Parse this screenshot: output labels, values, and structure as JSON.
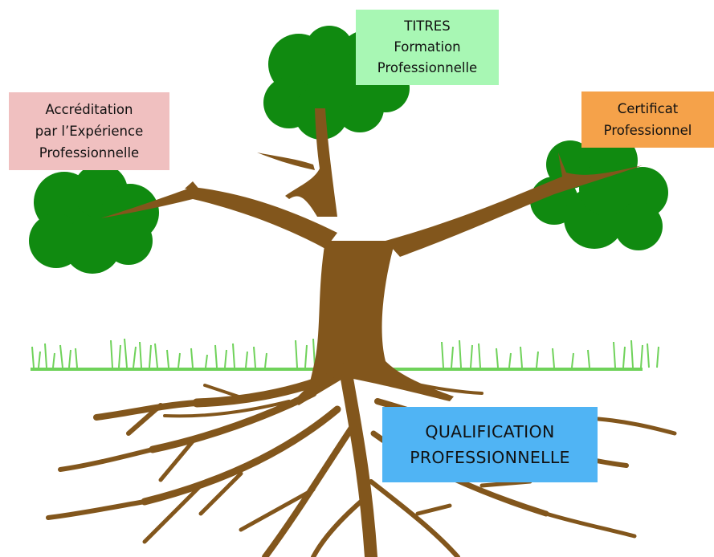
{
  "colors": {
    "foliage": "#108a10",
    "trunk": "#82561c",
    "grass": "#6fd25a",
    "titres_box": "#a8f7b4",
    "accreditation_box": "#f0c0c0",
    "certificat_box": "#f5a24a",
    "qualification_box": "#50b4f4"
  },
  "boxes": {
    "titres": {
      "line1": "TITRES",
      "line2": "Formation",
      "line3": "Professionnelle"
    },
    "accreditation": {
      "line1": "Accréditation",
      "line2": "par l’Expérience",
      "line3": "Professionnelle"
    },
    "certificat": {
      "line1": "Certificat",
      "line2": "Professionnel"
    },
    "qualification": {
      "line1": "QUALIFICATION",
      "line2": "PROFESSIONNELLE"
    }
  }
}
